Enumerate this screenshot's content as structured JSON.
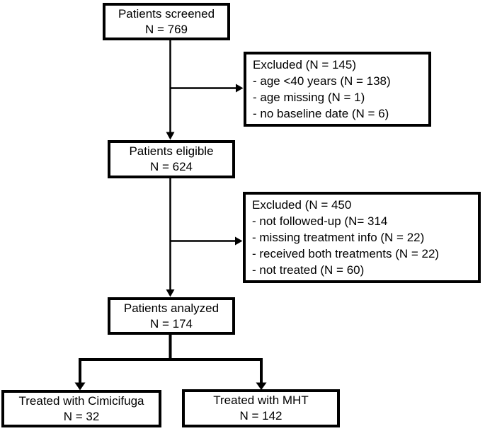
{
  "diagram": {
    "type": "patient-flowchart",
    "colors": {
      "box_border": "#000000",
      "box_fill": "#ffffff",
      "line": "#000000",
      "text": "#000000",
      "background": "#ffffff"
    },
    "boxes": {
      "screened": {
        "label": "Patients screened",
        "count": "N = 769"
      },
      "excluded_1": {
        "title": "Excluded (N = 145)",
        "items": [
          "- age <40 years (N = 138)",
          "- age missing (N = 1)",
          "- no baseline date (N = 6)"
        ]
      },
      "eligible": {
        "label": "Patients eligible",
        "count": "N = 624"
      },
      "excluded_2": {
        "title": "Excluded (N = 450",
        "items": [
          "- not followed-up (N= 314",
          "- missing treatment info (N = 22)",
          "- received both treatments (N = 22)",
          "- not treated (N = 60)"
        ]
      },
      "analyzed": {
        "label": "Patients analyzed",
        "count": "N = 174"
      },
      "treated_cimicifuga": {
        "label": "Treated with Cimicifuga",
        "count": "N = 32"
      },
      "treated_mht": {
        "label": "Treated with MHT",
        "count": "N = 142"
      }
    }
  }
}
